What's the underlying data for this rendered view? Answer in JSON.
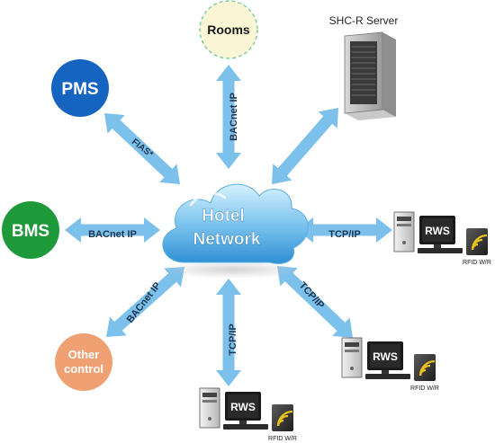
{
  "hub": {
    "line1": "Hotel",
    "line2": "Network"
  },
  "nodes": {
    "rooms": "Rooms",
    "pms": "PMS",
    "bms": "BMS",
    "other_line1": "Other",
    "other_line2": "control",
    "server_label": "SHC-R Server"
  },
  "links": {
    "rooms": "BACnet IP",
    "pms": "FIAS*",
    "bms": "BACnet IP",
    "other": "BACnet IP",
    "rws_right": "TCP/IP",
    "rws_lower_right": "TCP/IP",
    "rws_bottom": "TCP/IP"
  },
  "workstations": {
    "rws_label": "RWS",
    "rfid_label": "RFID W/R"
  },
  "colors": {
    "arrow": "#7cc0ec",
    "pms": "#1565c0",
    "bms": "#1f9a3a",
    "other": "#f0a173",
    "rooms_fill": "#fbf6d6",
    "rooms_border": "#7fcfa0",
    "cloud_top": "#bfe6fb",
    "cloud_bottom": "#3f9fdc"
  }
}
